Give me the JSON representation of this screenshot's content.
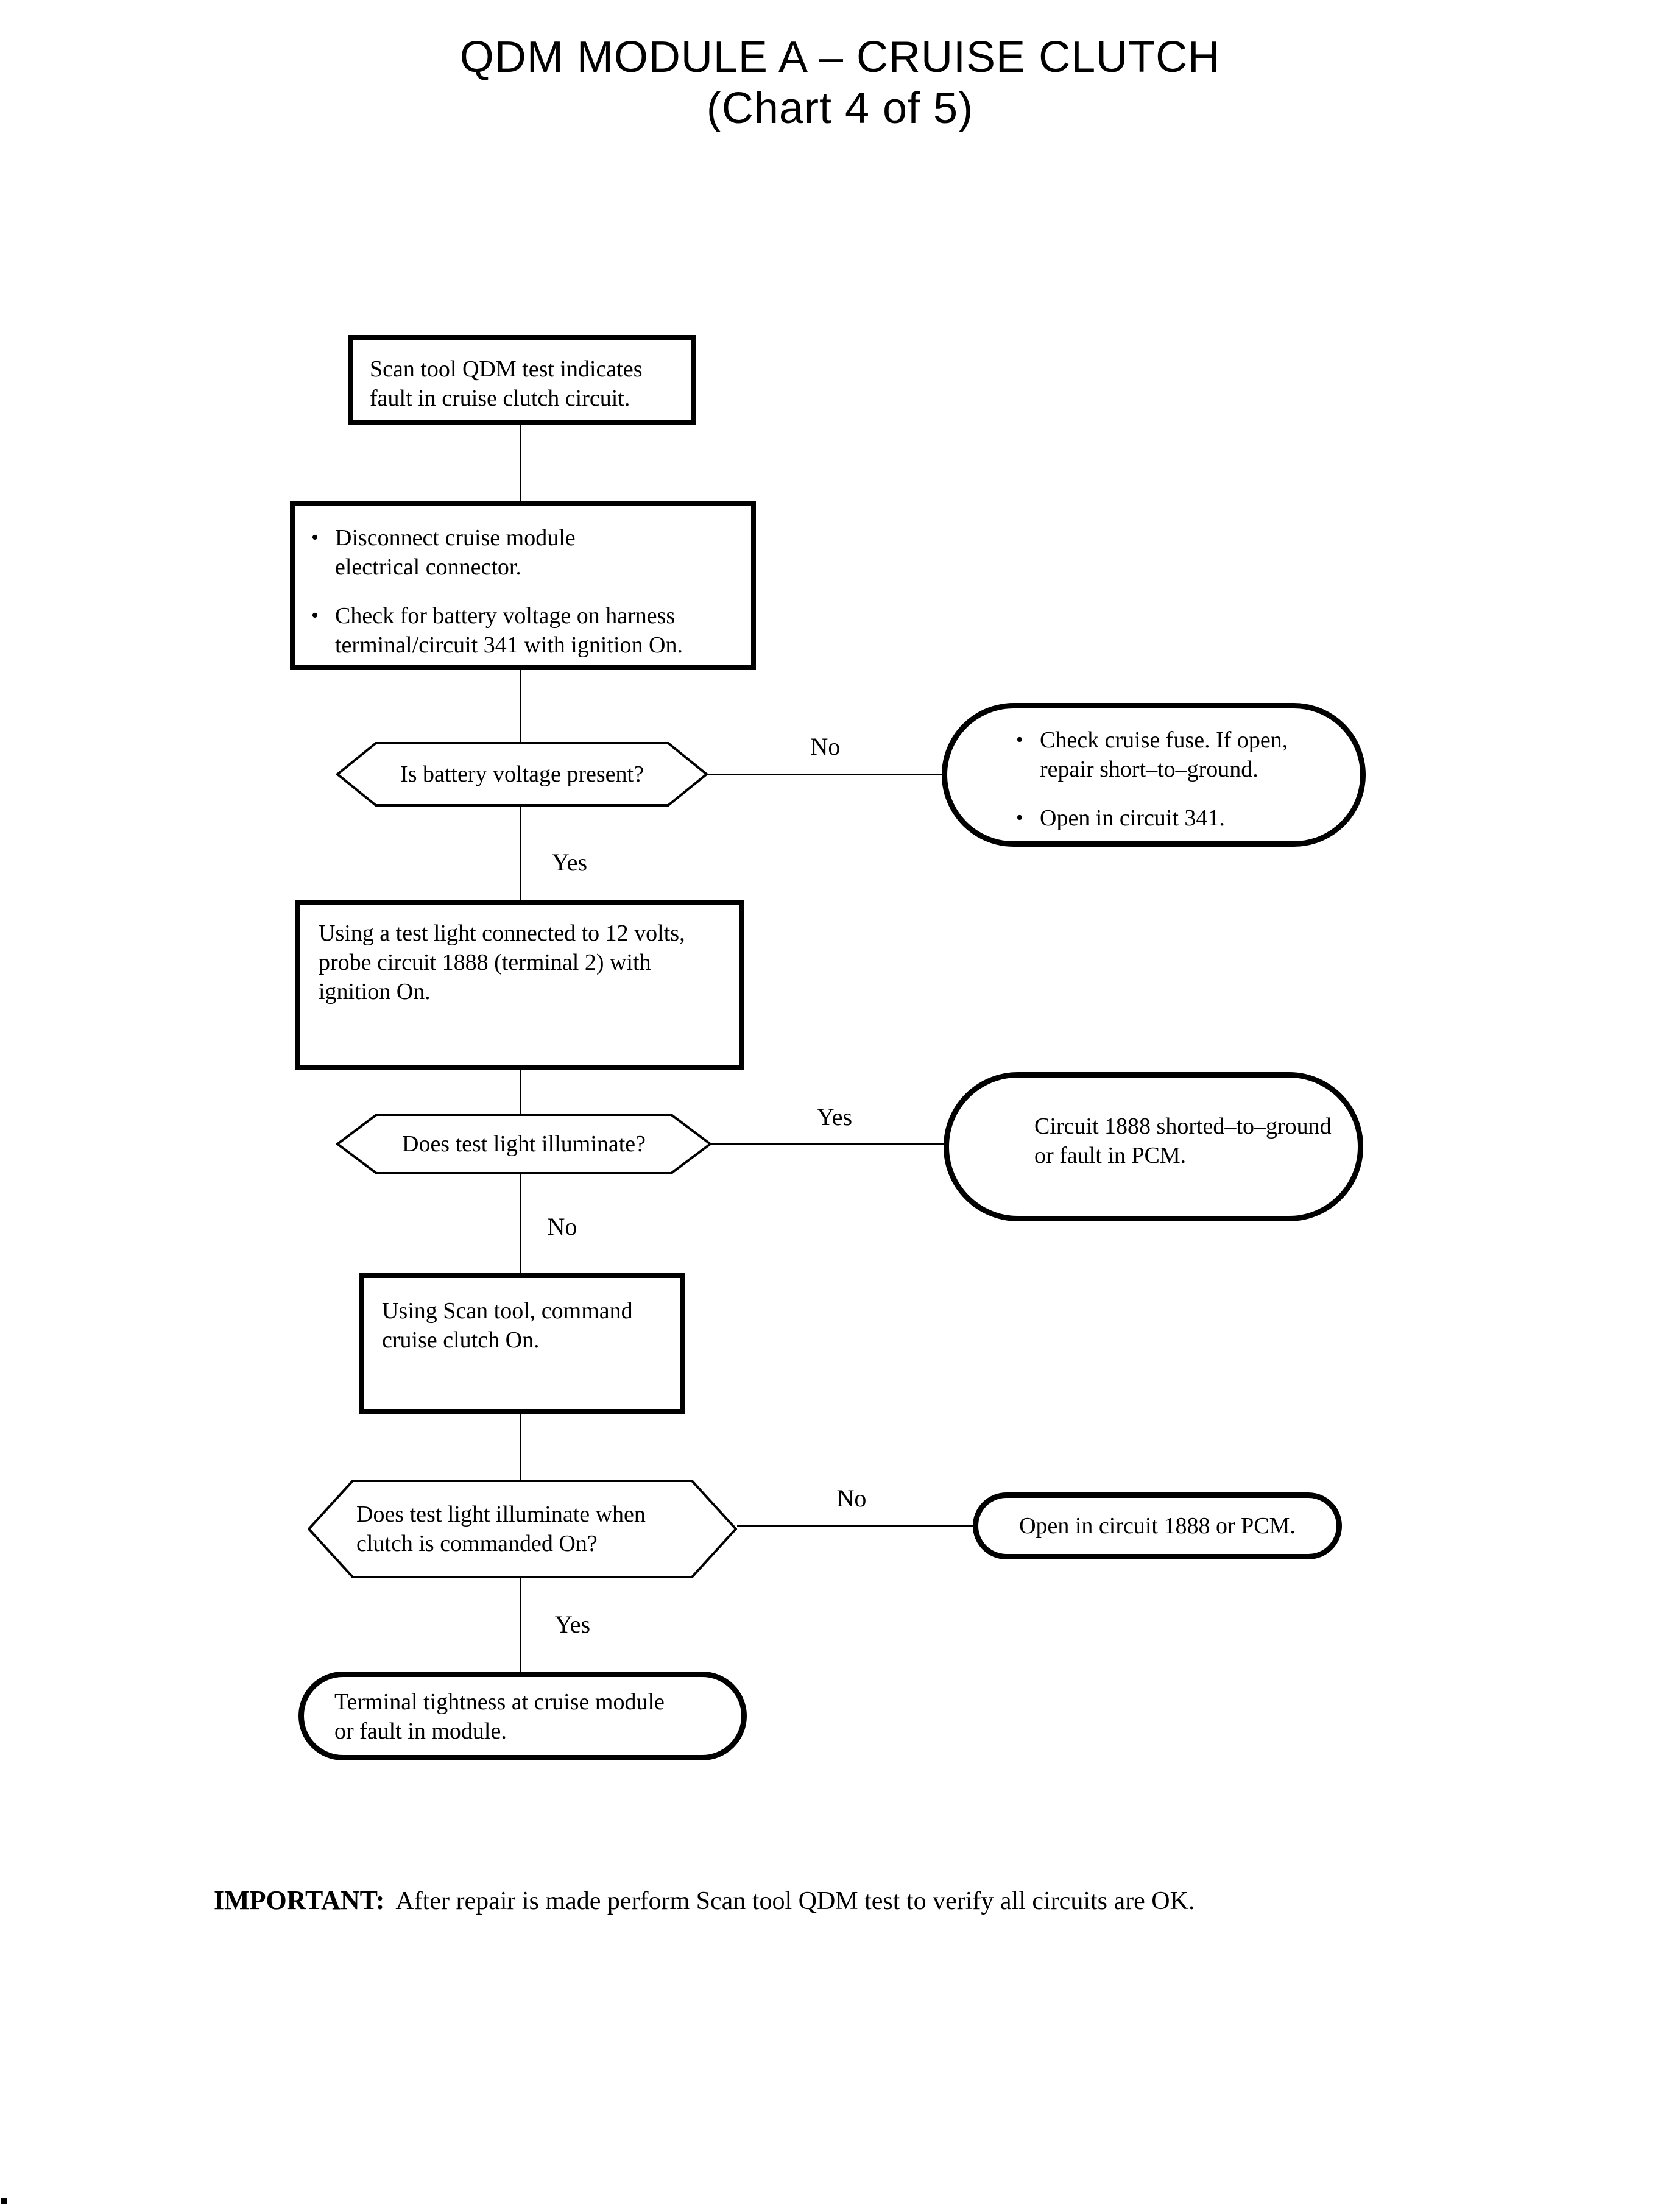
{
  "title": {
    "line1": "QDM MODULE A – CRUISE CLUTCH",
    "line2": "(Chart 4 of 5)"
  },
  "glyphs": {
    "bullet": "•"
  },
  "colors": {
    "ink": "#000000",
    "paper": "#ffffff"
  },
  "nodes": {
    "start": {
      "text": "Scan tool QDM test indicates\nfault in cruise clutch circuit."
    },
    "step1": {
      "bullets": [
        "Disconnect cruise module\nelectrical connector.",
        "Check for battery voltage on harness\nterminal/circuit 341 with ignition On."
      ]
    },
    "decision1": {
      "text": "Is battery voltage present?"
    },
    "result1": {
      "bullets": [
        "Check cruise fuse. If open,\nrepair short–to–ground.",
        "Open in circuit 341."
      ]
    },
    "step2": {
      "text": "Using a test light connected to 12 volts,\nprobe circuit 1888 (terminal 2) with\nignition On."
    },
    "decision2": {
      "text": "Does test light illuminate?"
    },
    "result2": {
      "text": "Circuit 1888 shorted–to–ground\nor fault in PCM."
    },
    "step3": {
      "text": "Using Scan tool, command\ncruise clutch On."
    },
    "decision3": {
      "text": "Does test light illuminate when\nclutch is commanded On?"
    },
    "result3": {
      "text": "Open in circuit 1888 or PCM."
    },
    "terminal": {
      "text": "Terminal tightness at cruise module\nor fault in module."
    }
  },
  "labels": {
    "no1": "No",
    "yes1": "Yes",
    "yes2": "Yes",
    "no2": "No",
    "no3": "No",
    "yes3": "Yes"
  },
  "footer": {
    "important_label": "IMPORTANT:",
    "important_text": "After repair is made perform Scan tool QDM test to verify all circuits are OK."
  }
}
